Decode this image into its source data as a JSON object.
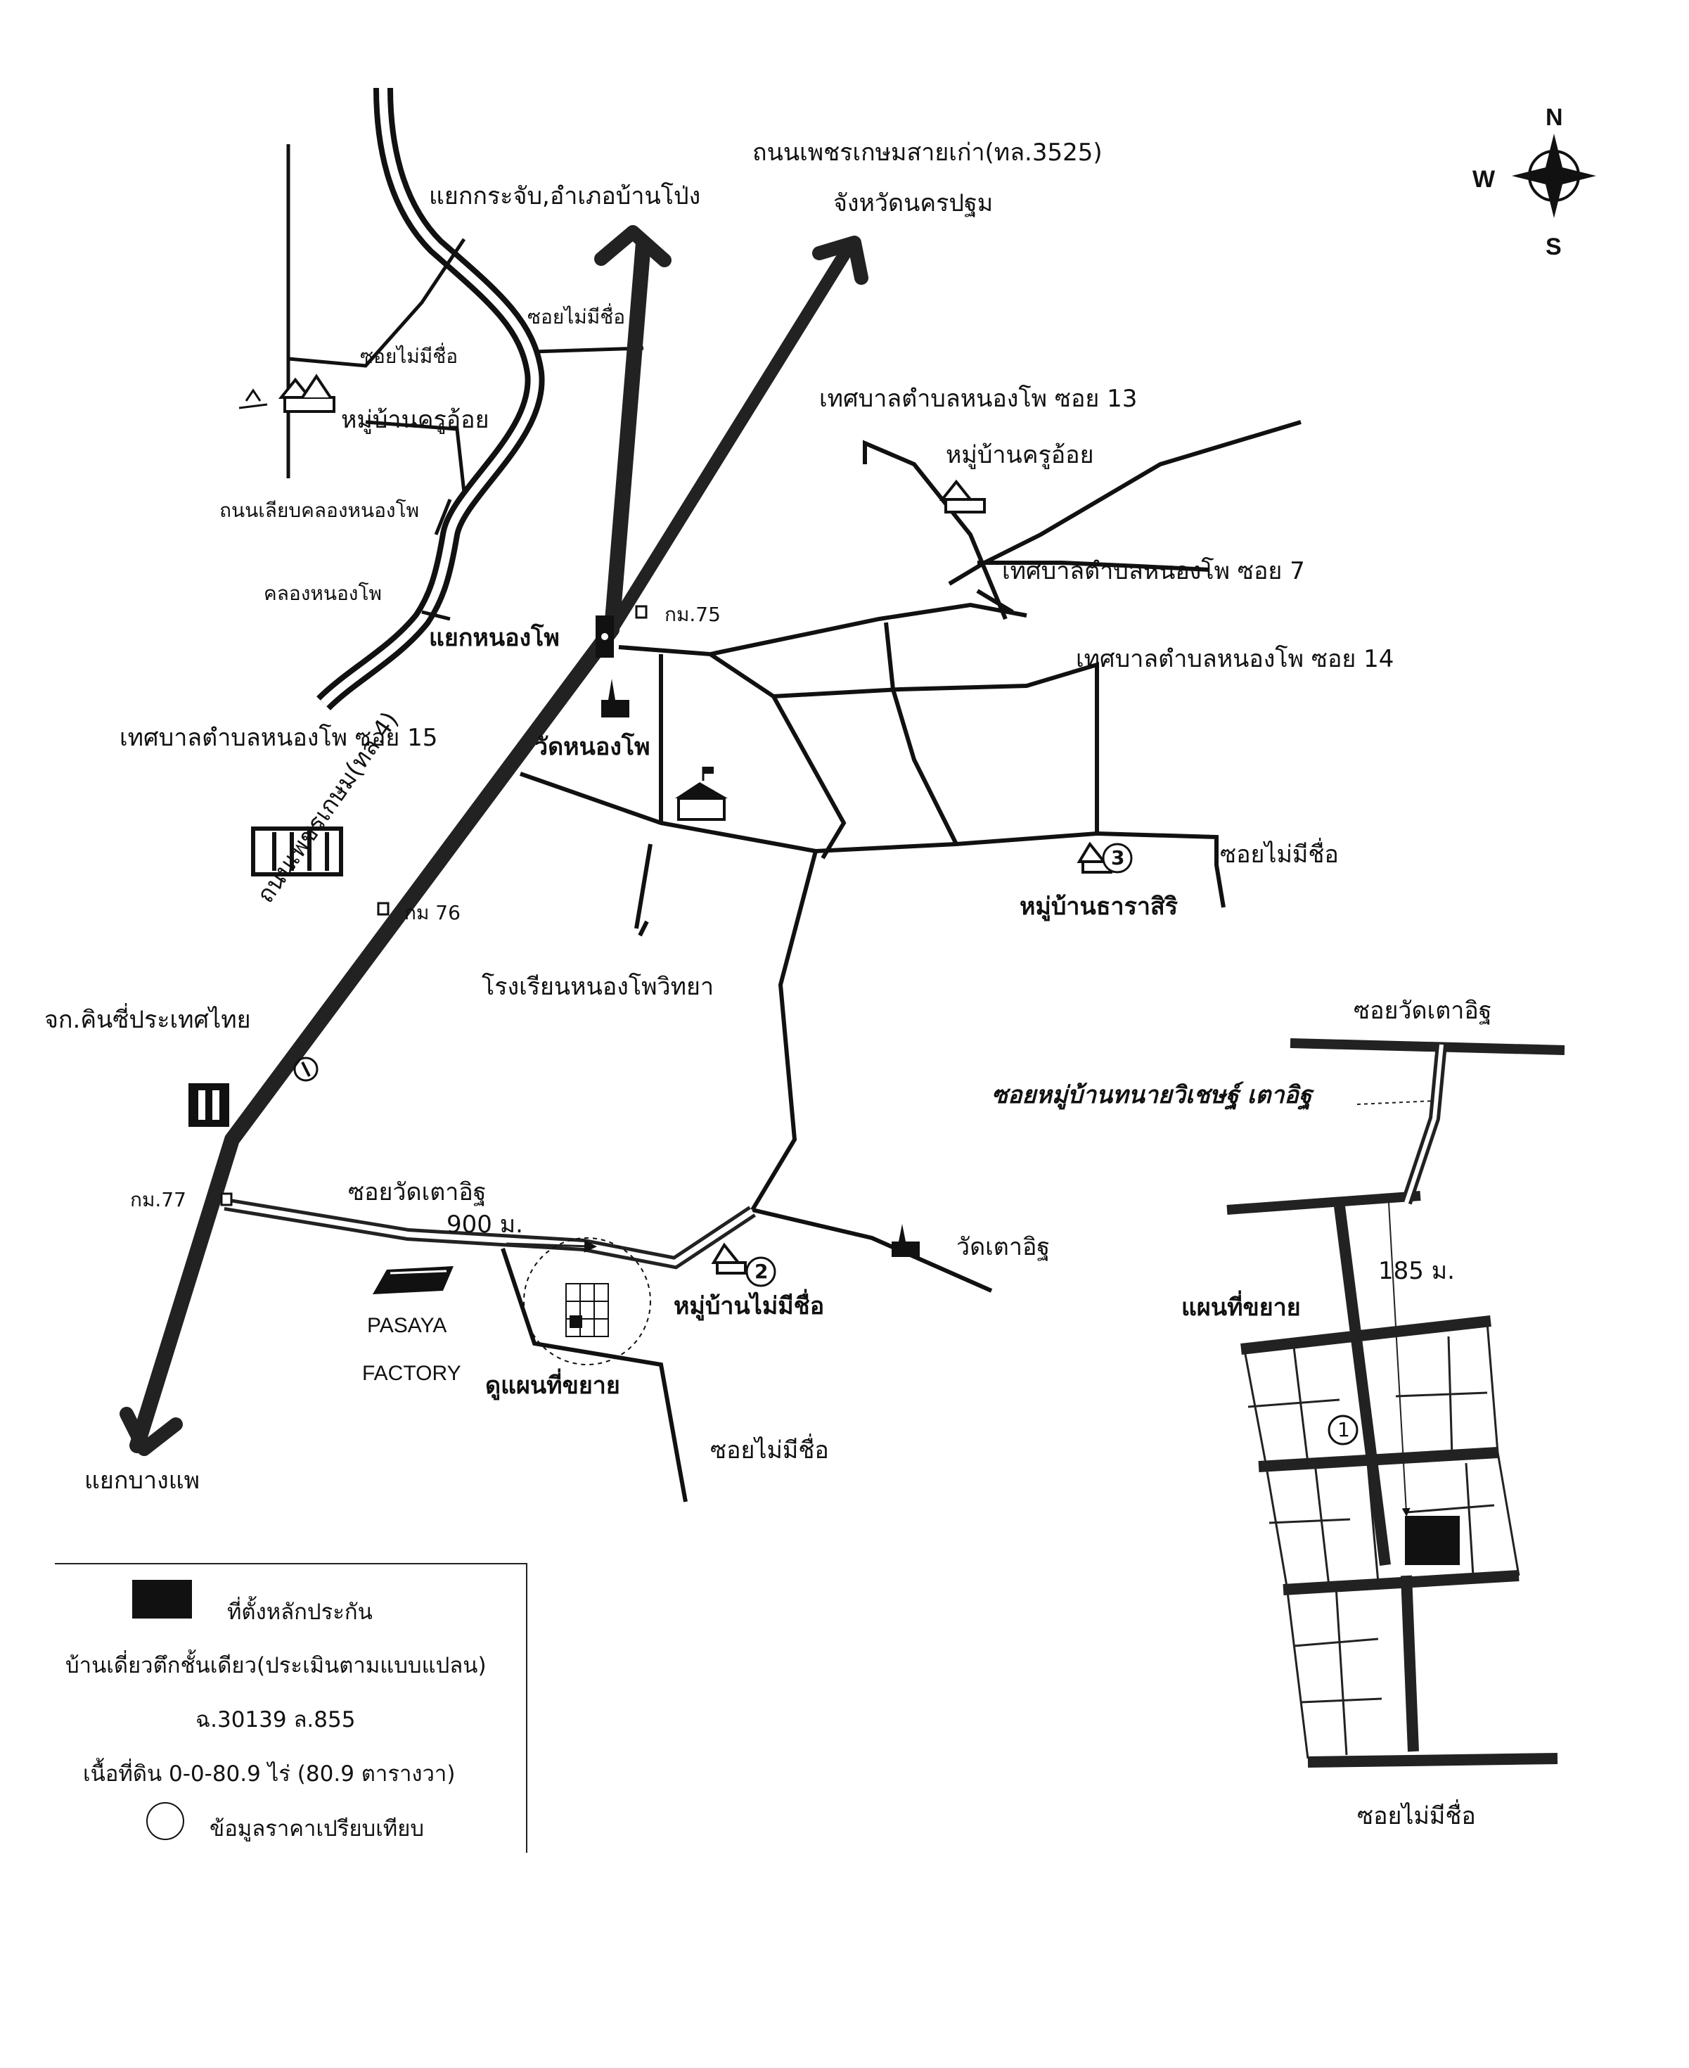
{
  "compass": {
    "n": "N",
    "s": "S",
    "w": "W",
    "e": ""
  },
  "labels": {
    "old_phetkasem_road": "ถนนเพชรเกษมสายเก่า(ทล.3525)",
    "nakhon_pathom": "จังหวัดนครปฐม",
    "krachap_junction": "แยกกระจับ,อำเภอบ้านโป่ง",
    "unnamed_soi_top": "ซอยไม่มีชื่อ",
    "unnamed_soi_left": "ซอยไม่มีชื่อ",
    "village_kru_oi_left": "หมู่บ้านครูอ้อย",
    "bypass_road": "ถนนเลียบคลองหนองโพ",
    "nong_pho_canal": "คลองหนองโพ",
    "nong_pho_junction": "แยกหนองโพ",
    "km75": "กม.75",
    "soi13": "เทศบาลตำบลหนองโพ ซอย 13",
    "village_kru_oi_right": "หมู่บ้านครูอ้อย",
    "soi7": "เทศบาลตำบลหนองโพ ซอย 7",
    "soi14": "เทศบาลตำบลหนองโพ ซอย 14",
    "soi15": "เทศบาลตำบลหนองโพ ซอย 15",
    "wat_nong_pho": "วัดหนองโพ",
    "phetkasem_road": "ถนนเพชรเกษม(ทล.4)",
    "km76": "กม 76",
    "unnamed_soi_right": "ซอยไม่มีชื่อ",
    "village_thara_siri": "หมู่บ้านธาราสิริ",
    "nong_pho_school": "โรงเรียนหนองโพวิทยา",
    "kinsi_thailand": "จก.คินซี่ประเทศไทย",
    "km77": "กม.77",
    "soi_wat_tao_it_main": "ซอยวัดเตาอิฐ",
    "distance_900": "900 ม.",
    "wat_tao_it": "วัดเตาอิฐ",
    "village_unnamed": "หมู่บ้านไม่มีชื่อ",
    "pasaya_1": "PASAYA",
    "pasaya_2": "FACTORY",
    "see_enlarged": "ดูแผนที่ขยาย",
    "unnamed_soi_bottom": "ซอยไม่มีชื่อ",
    "bang_phae": "แยกบางแพ",
    "inset_top_road": "ซอยวัดเตาอิฐ",
    "inset_village_soi": "ซอยหมู่บ้านทนายวิเชษฐ์ เตาอิฐ",
    "distance_185": "185 ม.",
    "enlarged_map": "แผนที่ขยาย",
    "inset_bottom_road": "ซอยไม่มีชื่อ",
    "marker_1": "1",
    "marker_2": "2",
    "marker_3": "3"
  },
  "legend": {
    "collateral_location": "ที่ตั้งหลักประกัน",
    "house_type": "บ้านเดี่ยวตึกชั้นเดียว(ประเมินตามแบบแปลน)",
    "deed": "ฉ.30139 ล.855",
    "land_area": "เนื้อที่ดิน 0-0-80.9 ไร่ (80.9 ตารางวา)",
    "comparable_price": "ข้อมูลราคาเปรียบเทียบ"
  },
  "icons": [
    "compass-rose-icon",
    "village-house-icon",
    "temple-icon",
    "school-flag-icon",
    "factory-icon",
    "shop-building-icon",
    "km-post-icon",
    "traffic-light-icon",
    "boat-icon"
  ],
  "colors": {
    "ink": "#111111",
    "paper": "#ffffff",
    "road_dark": "#222222"
  }
}
